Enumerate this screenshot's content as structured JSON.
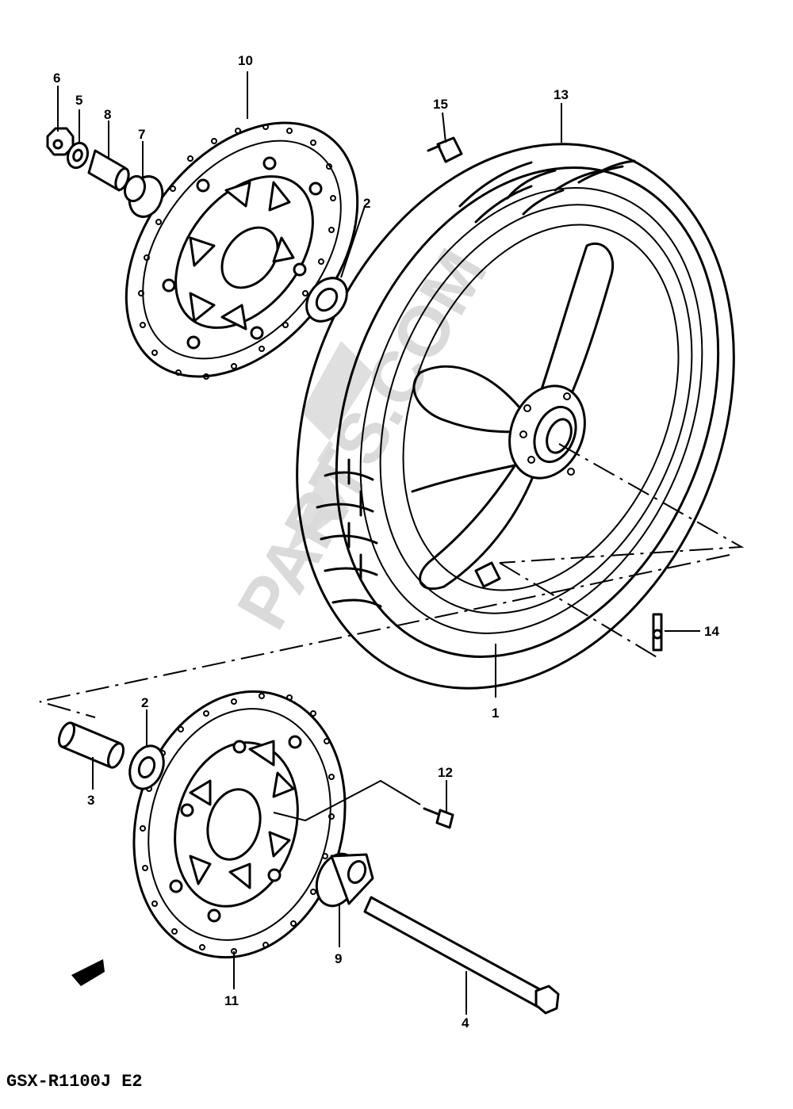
{
  "diagram": {
    "model_label": "GSX-R1100J E2",
    "watermark": "PARTS.COM",
    "callouts": {
      "c1": "1",
      "c2a": "2",
      "c2b": "2",
      "c3": "3",
      "c4": "4",
      "c5": "5",
      "c6": "6",
      "c7": "7",
      "c8": "8",
      "c9": "9",
      "c10": "10",
      "c11": "11",
      "c12": "12",
      "c13": "13",
      "c14": "14",
      "c15": "15"
    }
  }
}
